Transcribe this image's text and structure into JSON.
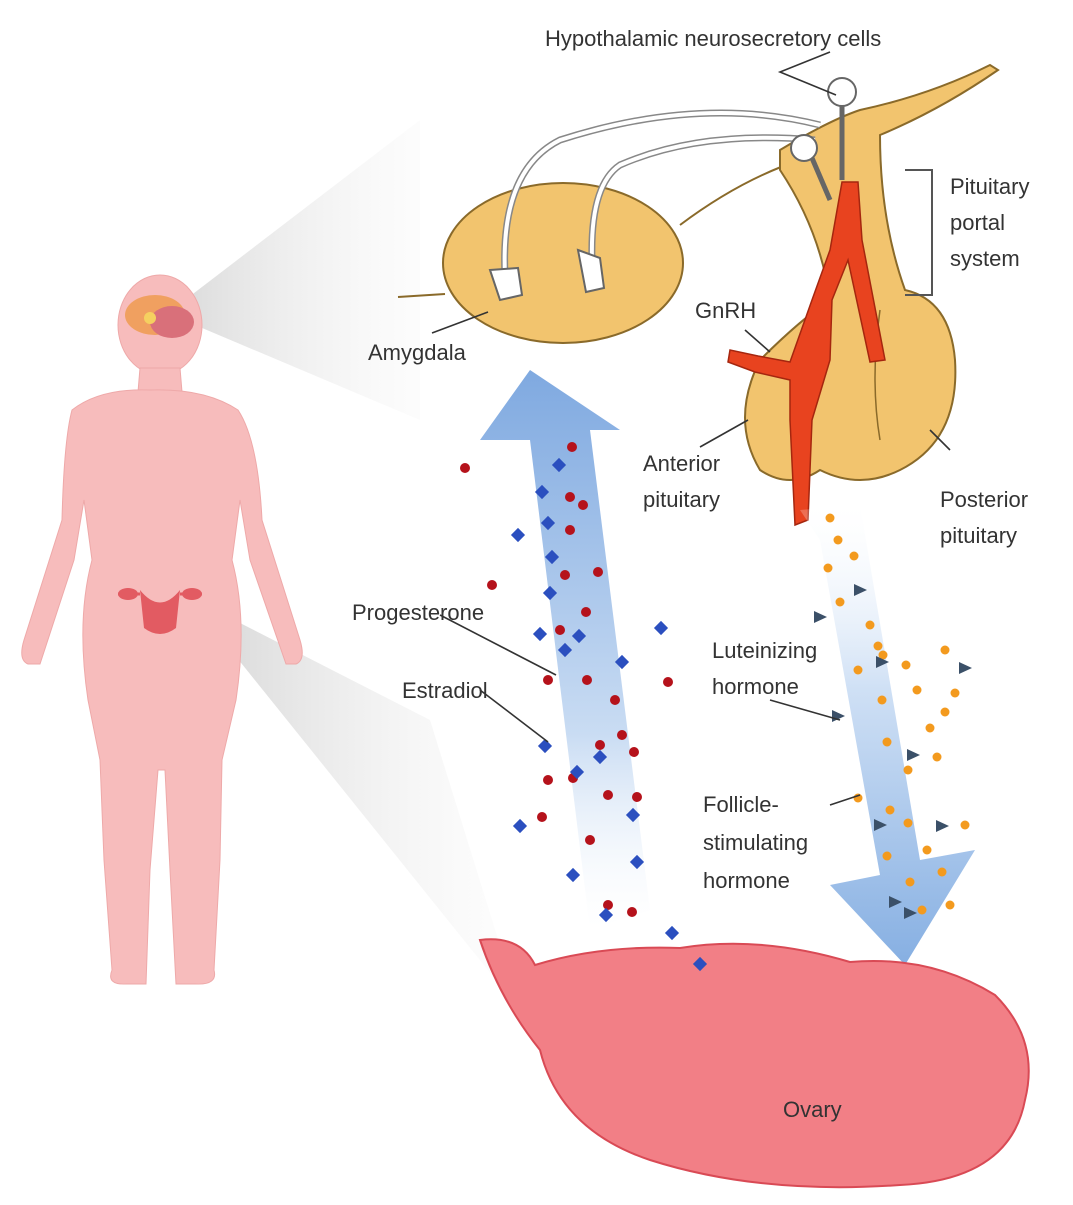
{
  "labels": {
    "hypothalamic": "Hypothalamic neurosecretory cells",
    "pituitary_portal_1": "Pituitary",
    "pituitary_portal_2": "portal",
    "pituitary_portal_3": "system",
    "gnrh": "GnRH",
    "amygdala": "Amygdala",
    "anterior_1": "Anterior",
    "anterior_2": "pituitary",
    "posterior_1": "Posterior",
    "posterior_2": "pituitary",
    "progesterone": "Progesterone",
    "estradiol": "Estradiol",
    "lh_1": "Luteinizing",
    "lh_2": "hormone",
    "fsh_1": "Follicle-",
    "fsh_2": "stimulating",
    "fsh_3": "hormone",
    "ovary": "Ovary"
  },
  "colors": {
    "body": "#f7bcbc",
    "gland": "#f2c46e",
    "gland_outline": "#8a6a2a",
    "vessel": "#e8431f",
    "ovary": "#f27f86",
    "progesterone_dot": "#b5121b",
    "estradiol_dot": "#2b4fbf",
    "lh_marker": "#3b5068",
    "fsh_dot": "#f39a1e",
    "arrow_blue": "#8fb4e3"
  },
  "icons": {
    "figure": "human-body-icon",
    "neuron": "neuron-icon"
  }
}
